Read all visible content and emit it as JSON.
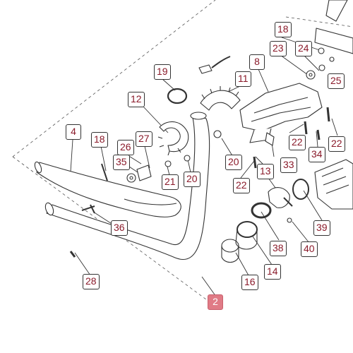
{
  "diagram": {
    "part_numbers": [
      "2",
      "4",
      "8",
      "11",
      "12",
      "13",
      "14",
      "16",
      "18",
      "18",
      "19",
      "20",
      "20",
      "21",
      "22",
      "22",
      "22",
      "23",
      "24",
      "25",
      "26",
      "27",
      "28",
      "33",
      "34",
      "35",
      "36",
      "38",
      "39",
      "40"
    ],
    "highlighted_part": "2",
    "colors": {
      "callout_text": "#8a1a2a",
      "highlight_fill": "#e07b86",
      "line": "#333333"
    }
  },
  "callouts": {
    "c2": "2",
    "c4": "4",
    "c8": "8",
    "c11": "11",
    "c12": "12",
    "c13": "13",
    "c14": "14",
    "c16": "16",
    "c18a": "18",
    "c18b": "18",
    "c19": "19",
    "c20a": "20",
    "c20b": "20",
    "c21": "21",
    "c22a": "22",
    "c22b": "22",
    "c22c": "22",
    "c23": "23",
    "c24": "24",
    "c25": "25",
    "c26": "26",
    "c27": "27",
    "c28": "28",
    "c33": "33",
    "c34": "34",
    "c35": "35",
    "c36": "36",
    "c38": "38",
    "c39": "39",
    "c40": "40"
  }
}
